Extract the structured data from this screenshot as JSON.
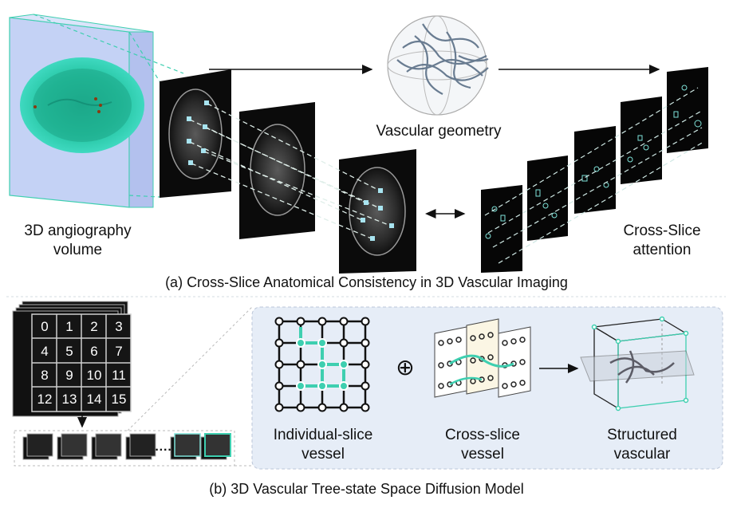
{
  "panel_a": {
    "volume_label_line1": "3D angiography",
    "volume_label_line2": "volume",
    "geometry_label": "Vascular geometry",
    "attention_label_line1": "Cross-Slice",
    "attention_label_line2": "attention",
    "caption": "(a) Cross-Slice Anatomical Consistency in 3D Vascular Imaging"
  },
  "panel_b": {
    "grid_numbers": [
      "0",
      "1",
      "2",
      "3",
      "4",
      "5",
      "6",
      "7",
      "8",
      "9",
      "10",
      "11",
      "12",
      "13",
      "14",
      "15"
    ],
    "ellipsis": "····",
    "plus_symbol": "⊕",
    "individual_label_line1": "Individual-slice",
    "individual_label_line2": "vessel",
    "cross_label_line1": "Cross-slice",
    "cross_label_line2": "vessel",
    "structured_label_line1": "Structured",
    "structured_label_line2": "vascular",
    "caption": "(b) 3D Vascular Tree-state Space Diffusion Model"
  },
  "colors": {
    "teal": "#3ecfb0",
    "accent_cyan": "#7fe3d9",
    "panel_bg": "#e6edf7",
    "dark": "#0a0a0a"
  }
}
